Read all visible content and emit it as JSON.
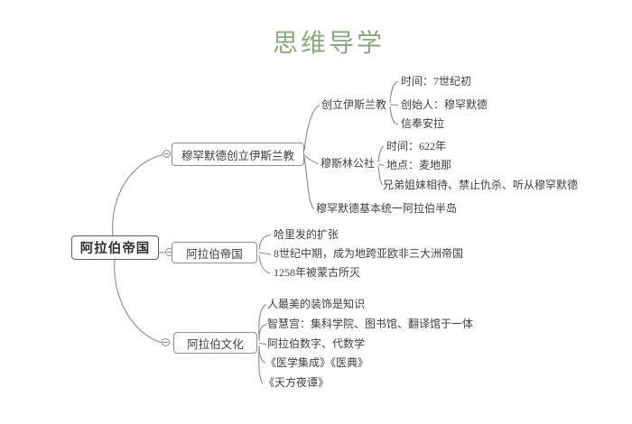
{
  "title": "思维导学",
  "colors": {
    "title_green": "#89aa7c",
    "line_gray": "#8a8a8a",
    "text_dark": "#3f3f3f",
    "background": "#ffffff"
  },
  "root": {
    "label": "阿拉伯帝国"
  },
  "branches": [
    {
      "label": "穆罕默德创立伊斯兰教",
      "children": [
        {
          "label": "创立伊斯兰教",
          "leaves": [
            {
              "label": "时间：7世纪初"
            },
            {
              "label": "创始人：穆罕默德"
            },
            {
              "label": "信奉安拉"
            }
          ]
        },
        {
          "label": "穆斯林公社",
          "leaves": [
            {
              "label": "时间：622年"
            },
            {
              "label": "地点：麦地那"
            },
            {
              "label": "兄弟姐妹相待、禁止仇杀、听从穆罕默德"
            }
          ]
        },
        {
          "label": "穆罕默德基本统一阿拉伯半岛",
          "leaves": []
        }
      ]
    },
    {
      "label": "阿拉伯帝国",
      "leaves": [
        {
          "label": "哈里发的扩张"
        },
        {
          "label": "8世纪中期，成为地跨亚欧非三大洲帝国"
        },
        {
          "label": "1258年被蒙古所灭"
        }
      ]
    },
    {
      "label": "阿拉伯文化",
      "leaves": [
        {
          "label": "人最美的装饰是知识"
        },
        {
          "label": "智慧宫：集科学院、图书馆、翻译馆于一体"
        },
        {
          "label": "阿拉伯数字、代数学"
        },
        {
          "label": "《医学集成》《医典》"
        },
        {
          "label": "《天方夜谭》"
        }
      ]
    }
  ]
}
